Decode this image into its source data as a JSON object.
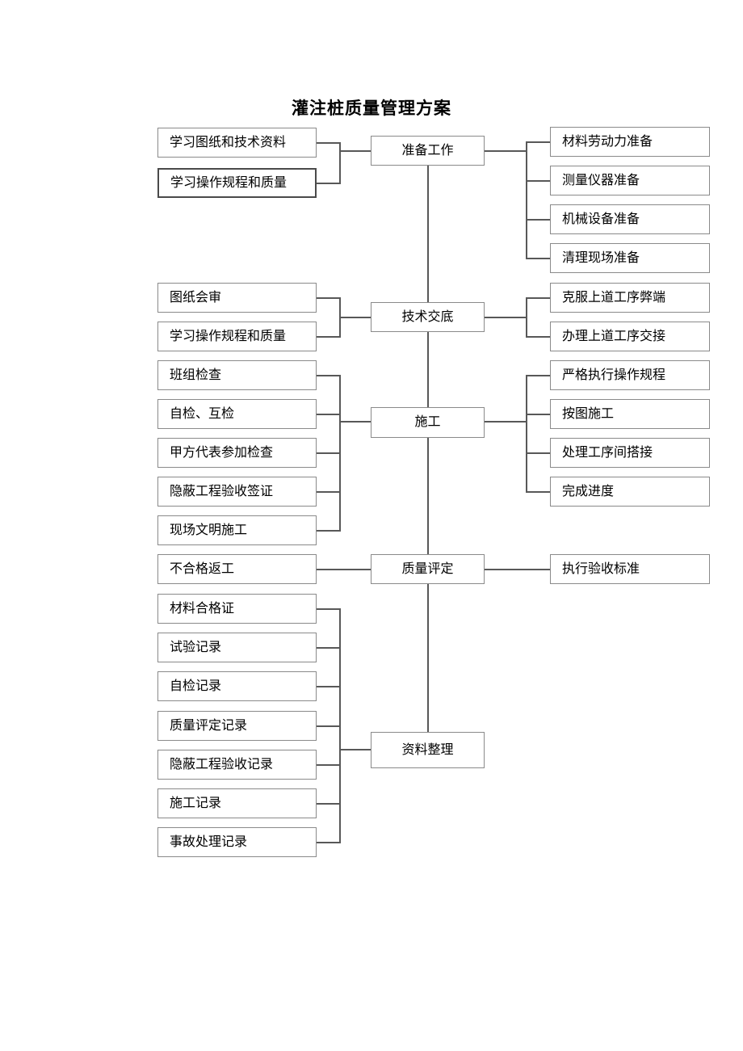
{
  "document": {
    "title": "灌注桩质量管理方案",
    "page_background": "#ffffff",
    "box_border_color": "#8a8a8a",
    "connector_color": "#585858"
  },
  "chart_data": {
    "type": "diagram",
    "title": "灌注桩质量管理方案",
    "diagram_kind": "flowchart-fishbone",
    "orientation": "vertical-spine-with-lateral-branches",
    "spine_nodes": [
      "准备工作",
      "技术交底",
      "施工",
      "质量评定",
      "资料整理"
    ],
    "stages": [
      {
        "stage": "准备工作",
        "left_items": [
          "学习图纸和技术资料",
          "学习操作规程和质量"
        ],
        "right_items": [
          "材料劳动力准备",
          "测量仪器准备",
          "机械设备准备",
          "清理现场准备"
        ]
      },
      {
        "stage": "技术交底",
        "left_items": [
          "图纸会审",
          "学习操作规程和质量"
        ],
        "right_items": [
          "克服上道工序弊端",
          "办理上道工序交接"
        ]
      },
      {
        "stage": "施工",
        "left_items": [
          "班组检查",
          "自检、互检",
          "甲方代表参加检查",
          "隐蔽工程验收签证",
          "现场文明施工"
        ],
        "right_items": [
          "严格执行操作规程",
          "按图施工",
          "处理工序间搭接",
          "完成进度"
        ]
      },
      {
        "stage": "质量评定",
        "left_items": [
          "不合格返工"
        ],
        "right_items": [
          "执行验收标准"
        ]
      },
      {
        "stage": "资料整理",
        "left_items": [
          "材料合格证",
          "试验记录",
          "自检记录",
          "质量评定记录",
          "隐蔽工程验收记录",
          "施工记录",
          "事故处理记录"
        ],
        "right_items": []
      }
    ]
  },
  "nodes": {
    "spine": {
      "prep": "准备工作",
      "tech": "技术交底",
      "construction": "施工",
      "quality": "质量评定",
      "records": "资料整理"
    },
    "prep_left": [
      "学习图纸和技术资料",
      "学习操作规程和质量"
    ],
    "prep_right": [
      "材料劳动力准备",
      "测量仪器准备",
      "机械设备准备",
      "清理现场准备"
    ],
    "tech_left": [
      "图纸会审",
      "学习操作规程和质量"
    ],
    "tech_right": [
      "克服上道工序弊端",
      "办理上道工序交接"
    ],
    "constr_left": [
      "班组检查",
      "自检、互检",
      "甲方代表参加检查",
      "隐蔽工程验收签证",
      "现场文明施工"
    ],
    "constr_right": [
      "严格执行操作规程",
      "按图施工",
      "处理工序间搭接",
      "完成进度"
    ],
    "quality_left": [
      "不合格返工"
    ],
    "quality_right": [
      "执行验收标准"
    ],
    "records_left": [
      "材料合格证",
      "试验记录",
      "自检记录",
      "质量评定记录",
      "隐蔽工程验收记录",
      "施工记录",
      "事故处理记录"
    ]
  }
}
